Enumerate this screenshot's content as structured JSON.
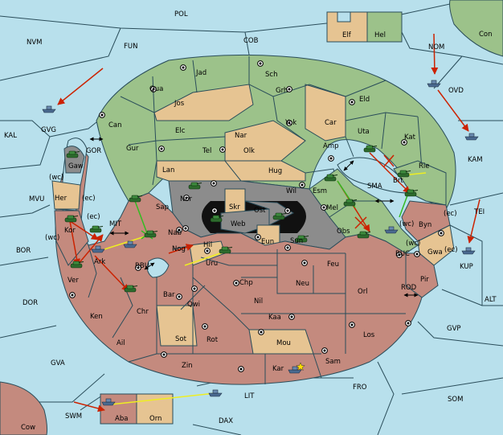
{
  "colors": {
    "sea": "#b8e0ec",
    "green": "#9cc28a",
    "tan": "#e6c492",
    "brown": "#c48a7e",
    "gray": "#8c8c8c",
    "black": "#000000",
    "arrow_red": "#cc2200",
    "arrow_green": "#33bb22",
    "arrow_yellow": "#eeee22"
  },
  "sea_labels": {
    "pol": "POL",
    "nwm": "NVM",
    "fun": "FUN",
    "cob": "COB",
    "nom": "NOM",
    "con": "Con",
    "ovd": "OVD",
    "kal": "KAL",
    "gvg": "GVG",
    "gor": "GOR",
    "kam": "KAM",
    "sma": "SMA",
    "mvu": "MVU",
    "mit": "MIT",
    "tei": "TEI",
    "bor": "BOR",
    "rbu": "RBU",
    "buc": "BUC",
    "kup": "KUP",
    "dor": "DOR",
    "rod": "ROD",
    "alt": "ALT",
    "gvp": "GVP",
    "gva": "GVA",
    "lit": "LIT",
    "fro": "FRO",
    "som": "SOM",
    "swm": "SWM",
    "dax": "DAX",
    "cow": "Cow"
  },
  "land_labels": {
    "elf": "Elf",
    "hel": "Hel",
    "jad": "Jad",
    "sch": "Sch",
    "qua": "Qua",
    "jos": "Jos",
    "grh": "Grh",
    "eld": "Eld",
    "can": "Can",
    "yok": "Yok",
    "car": "Car",
    "elc": "Elc",
    "nar": "Nar",
    "uta": "Uta",
    "kat": "Kat",
    "gaw": "Gaw",
    "tel": "Tel",
    "olk": "Olk",
    "amp": "Amp",
    "gur": "Gur",
    "lan": "Lan",
    "hug": "Hug",
    "brt": "Brt",
    "rie": "Rie",
    "her": "Her",
    "nor": "Nor",
    "wil": "Wil",
    "esm": "Esm",
    "sap": "Sap",
    "skr": "Skr",
    "ost": "Ost",
    "mel": "Mel",
    "web": "Web",
    "byn": "Byn",
    "kor": "Kor",
    "nab": "Nab",
    "obs": "Obs",
    "eun": "Eun",
    "sun": "Sun",
    "gwa": "Gwa",
    "ark": "Ark",
    "hil": "Hil",
    "nog": "Nog",
    "uru": "Uru",
    "pir": "Pir",
    "feu": "Feu",
    "ver": "Ver",
    "chp": "Chp",
    "neu": "Neu",
    "bar": "Bar",
    "orl": "Orl",
    "qwi": "Qwi",
    "nil": "Nil",
    "ken": "Ken",
    "chr": "Chr",
    "kaa": "Kaa",
    "los": "Los",
    "ail": "Ail",
    "sot": "Sot",
    "rot": "Rot",
    "mou": "Mou",
    "zin": "Zin",
    "kar": "Kar",
    "sam": "Sam",
    "aba": "Aba",
    "orn": "Orn"
  },
  "coast_tags": {
    "wc_her": "(wc)",
    "ec_her": "(ec)",
    "ec_kor": "(ec)",
    "wc_kor": "(wc)",
    "wc_byn": "(wc)",
    "ec_byn": "(ec)",
    "wc_gwa": "(wc)",
    "ec_gwa": "(ec)"
  },
  "icons": {
    "army": "tank-icon",
    "fleet": "ship-icon",
    "supply_center": "supply-center-icon",
    "capital": "star-icon",
    "conflict": "cross-icon",
    "link": "double-arrow-icon"
  }
}
